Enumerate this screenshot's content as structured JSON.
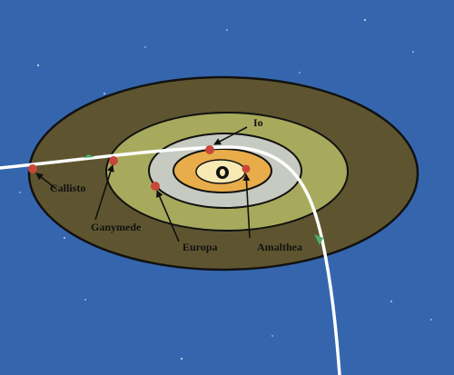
{
  "diagram": {
    "labels": {
      "io": "Io",
      "callisto": "Callisto",
      "ganymede": "Ganymede",
      "europa": "Europa",
      "amalthea": "Amalthea"
    }
  },
  "colors": {
    "background": "#3566ad",
    "callisto_zone": "#5e5530",
    "ganymede_zone": "#a7aa5c",
    "europa_zone": "#c6cac0",
    "io_zone": "#e8ad4a",
    "amalthea_zone": "#f6e9b4",
    "moon": "#c8473a",
    "trajectory": "#ffffff",
    "spacecraft_mark": "#4fae6b",
    "outline": "#111111"
  }
}
